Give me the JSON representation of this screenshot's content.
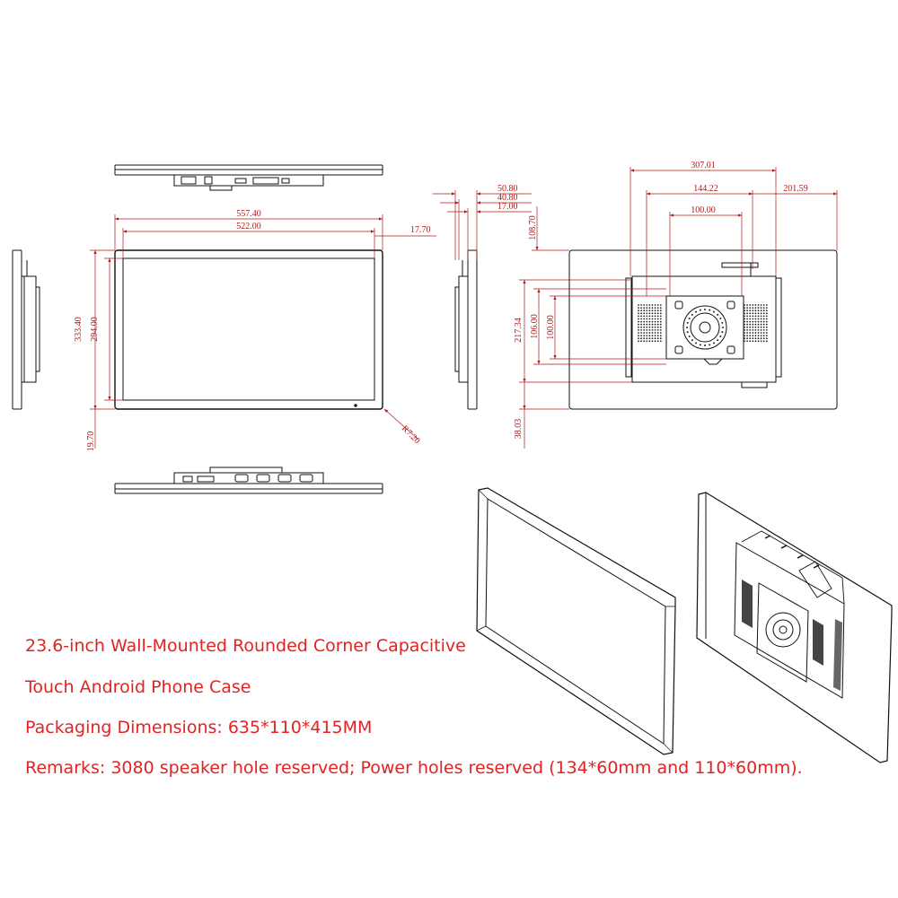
{
  "colors": {
    "caption": "#e32222",
    "dimension": "#b01818",
    "line": "#111111"
  },
  "dimensions": {
    "front_width_outer": "557.40",
    "front_width_screen": "522.00",
    "bezel_side": "17.70",
    "front_height_outer": "333.40",
    "front_height_screen": "294.00",
    "bezel_bottom": "19.70",
    "corner_radius": "R7.20",
    "depth_total": "50.80",
    "depth_bracket": "40.80",
    "depth_frame": "17.00",
    "back_span_1": "307.01",
    "back_span_2": "144.22",
    "back_span_3": "201.59",
    "vesa_horizontal": "100.00",
    "back_vertical_1": "108.70",
    "back_vertical_2": "217.34",
    "back_vertical_3": "106.00",
    "vesa_vertical": "100.00",
    "back_vertical_4": "38.03"
  },
  "captions": [
    "23.6-inch Wall-Mounted Rounded Corner Capacitive",
    "Touch Android Phone Case",
    "Packaging Dimensions: 635*110*415MM",
    "Remarks: 3080 speaker hole reserved; Power holes reserved (134*60mm and 110*60mm)."
  ]
}
